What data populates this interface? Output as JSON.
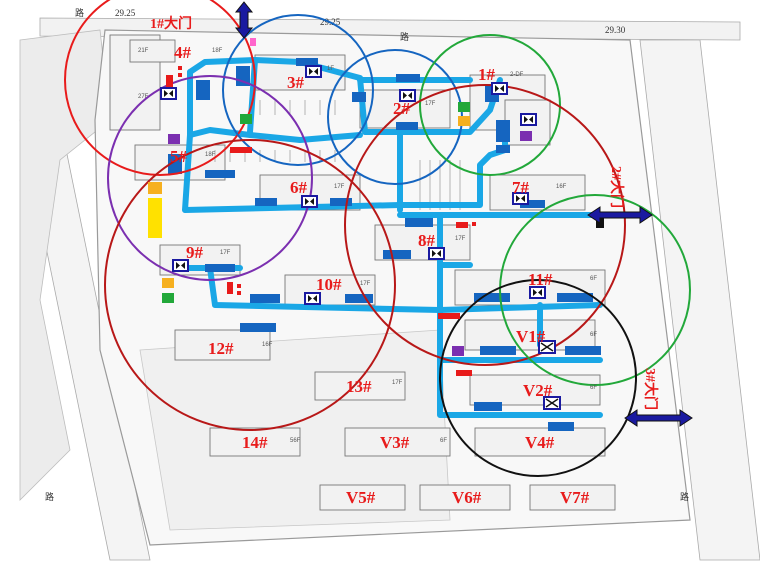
{
  "colors": {
    "pipe": "#1aa7e6",
    "block": "#1565c0",
    "red": "#e81b1b",
    "green": "#22a83a",
    "purple": "#7b2fb0",
    "black": "#111111",
    "yellow": "#ffe100",
    "orange": "#f6b020",
    "navy": "#1a1aa0",
    "magenta": "#ff66cc"
  },
  "gates": {
    "north": "1#大门",
    "east": "2#大门",
    "southeast": "3#大门"
  },
  "road_label": "路",
  "elevations": [
    "29.25",
    "29.30"
  ],
  "buildings": [
    {
      "id": "b1",
      "label": "1#",
      "floors": "2-DF"
    },
    {
      "id": "b2",
      "label": "2#",
      "floors": "17F"
    },
    {
      "id": "b3",
      "label": "3#",
      "floors": "1F"
    },
    {
      "id": "b4",
      "label": "4#",
      "floors": "18F"
    },
    {
      "id": "b5",
      "label": "5#",
      "floors": "18F"
    },
    {
      "id": "b6",
      "label": "6#",
      "floors": "17F"
    },
    {
      "id": "b7",
      "label": "7#",
      "floors": "16F"
    },
    {
      "id": "b8",
      "label": "8#",
      "floors": "17F"
    },
    {
      "id": "b9",
      "label": "9#",
      "floors": "17F"
    },
    {
      "id": "b10",
      "label": "10#",
      "floors": "17F"
    },
    {
      "id": "b11",
      "label": "11#",
      "floors": "6F"
    },
    {
      "id": "b12",
      "label": "12#",
      "floors": "16F"
    },
    {
      "id": "b13",
      "label": "13#",
      "floors": "17F"
    },
    {
      "id": "b14",
      "label": "14#",
      "floors": "56F"
    },
    {
      "id": "v1",
      "label": "V1#",
      "floors": "6F"
    },
    {
      "id": "v2",
      "label": "V2#",
      "floors": "6F"
    },
    {
      "id": "v3",
      "label": "V3#",
      "floors": "6F"
    },
    {
      "id": "v4",
      "label": "V4#",
      "floors": ""
    },
    {
      "id": "v5",
      "label": "V5#",
      "floors": ""
    },
    {
      "id": "v6",
      "label": "V6#",
      "floors": ""
    },
    {
      "id": "v7",
      "label": "V7#",
      "floors": ""
    }
  ],
  "tower_floor_tags": [
    "21F",
    "27F"
  ]
}
